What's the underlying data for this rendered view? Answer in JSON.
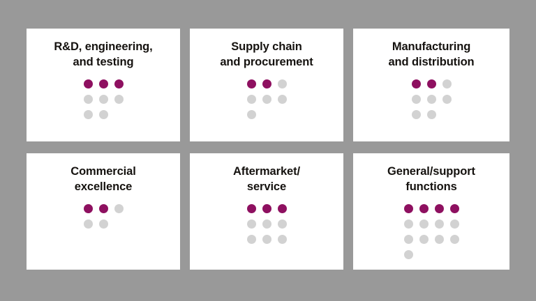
{
  "page": {
    "background_color": "#999999",
    "card_background_color": "#ffffff",
    "title_color": "#15120f",
    "dot_filled_color": "#8e1060",
    "dot_empty_color": "#d2d2d2"
  },
  "cards": [
    {
      "title": "R&D, engineering,\nand testing",
      "dot_rows": [
        [
          "filled",
          "filled",
          "filled"
        ],
        [
          "empty",
          "empty",
          "empty"
        ],
        [
          "empty",
          "empty"
        ]
      ],
      "filled_count": 3,
      "total_count": 8
    },
    {
      "title": "Supply chain\nand procurement",
      "dot_rows": [
        [
          "filled",
          "filled",
          "empty"
        ],
        [
          "empty",
          "empty",
          "empty"
        ],
        [
          "empty"
        ]
      ],
      "filled_count": 2,
      "total_count": 7
    },
    {
      "title": "Manufacturing\nand distribution",
      "dot_rows": [
        [
          "filled",
          "filled",
          "empty"
        ],
        [
          "empty",
          "empty",
          "empty"
        ],
        [
          "empty",
          "empty"
        ]
      ],
      "filled_count": 2,
      "total_count": 8
    },
    {
      "title": "Commercial\nexcellence",
      "dot_rows": [
        [
          "filled",
          "filled",
          "empty"
        ],
        [
          "empty",
          "empty"
        ]
      ],
      "filled_count": 2,
      "total_count": 5
    },
    {
      "title": "Aftermarket/\nservice",
      "dot_rows": [
        [
          "filled",
          "filled",
          "filled"
        ],
        [
          "empty",
          "empty",
          "empty"
        ],
        [
          "empty",
          "empty",
          "empty"
        ]
      ],
      "filled_count": 3,
      "total_count": 9
    },
    {
      "title": "General/support\nfunctions",
      "dot_rows": [
        [
          "filled",
          "filled",
          "filled",
          "filled"
        ],
        [
          "empty",
          "empty",
          "empty",
          "empty"
        ],
        [
          "empty",
          "empty",
          "empty",
          "empty"
        ],
        [
          "empty"
        ]
      ],
      "filled_count": 4,
      "total_count": 13
    }
  ]
}
